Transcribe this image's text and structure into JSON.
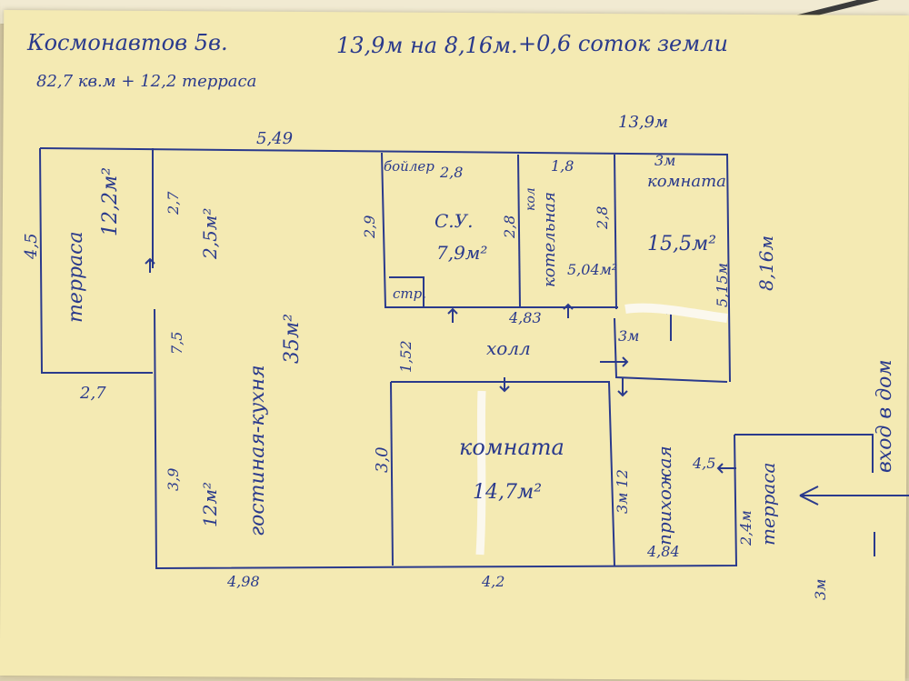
{
  "header": {
    "address": "Космонавтов 5в.",
    "dimensions": "13,9м на 8,16м.",
    "land": "+0,6 соток земли",
    "area": "82,7 кв.м + 12,2 терраса"
  },
  "measurements": {
    "top_total": "13,9м",
    "top_left_segment": "5,49",
    "right_total": "8,16м",
    "terrace_height": "4,5",
    "terrace_width": "2,7",
    "small_a": "2,7",
    "small_b": "7,5",
    "small_c": "3,9",
    "boiler_w": "2,8",
    "boiler_h": "2,9",
    "su_h": "2,8",
    "kotel_w": "1,8",
    "kotel_h": "2,8",
    "room_w": "3м",
    "room_h": "5,15м",
    "hall_left": "1,52",
    "hall_mid": "4,83",
    "hall_3m": "3м",
    "room2_h": "3,0",
    "room2_12": "3м 12",
    "prih_45": "4,5",
    "bottom_left": "4,98",
    "bottom_mid": "4,2",
    "bottom_right": "4,84",
    "terrace2_w": "2,4м",
    "terrace2_3m": "3м"
  },
  "rooms": {
    "terrace_top": "терраса",
    "terrace_top_area": "12,2м²",
    "small_area_top": "2,5м²",
    "small_area_bottom": "12м²",
    "living_kitchen": "гостиная-кухня",
    "living_area": "35м²",
    "boiler": "бойлер",
    "wc": "С.У.",
    "wc_area": "7,9м²",
    "kotel": "котельная",
    "kotel_area": "5,04м²",
    "kotel_small": "кол",
    "room_top": "комната",
    "room_top_area": "15,5м²",
    "stor": "стр.",
    "hall": "холл",
    "room_bottom": "комната",
    "room_bottom_area": "14,7м²",
    "hallway": "прихожая",
    "terrace_right": "терраса",
    "entrance": "вход в дом"
  }
}
